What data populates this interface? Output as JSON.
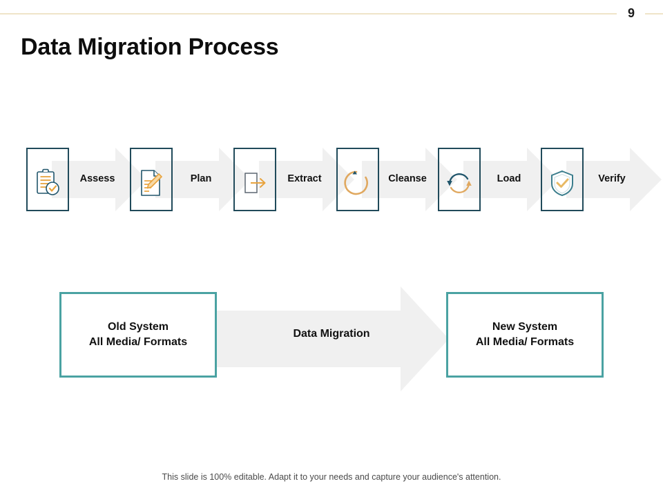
{
  "header": {
    "page_number": "9",
    "title": "Data Migration Process",
    "rule_color": "#efe4c8"
  },
  "theme": {
    "step_border": "#204a5a",
    "system_border": "#4aa2a2",
    "arrow_fill": "#f0f0f0",
    "icon_accent": "#e8a33d",
    "icon_dark": "#20556b"
  },
  "process": {
    "steps": [
      {
        "label": "Assess",
        "icon": "clipboard-check-icon"
      },
      {
        "label": "Plan",
        "icon": "document-pencil-icon"
      },
      {
        "label": "Extract",
        "icon": "export-arrow-icon"
      },
      {
        "label": "Cleanse",
        "icon": "refresh-circle-icon"
      },
      {
        "label": "Load",
        "icon": "sync-arrows-icon"
      },
      {
        "label": "Verify",
        "icon": "shield-check-icon"
      }
    ]
  },
  "migration": {
    "source": {
      "line1": "Old System",
      "line2": "All Media/ Formats"
    },
    "arrow_label": "Data Migration",
    "target": {
      "line1": "New System",
      "line2": "All Media/ Formats"
    }
  },
  "footer": {
    "note": "This slide is 100% editable. Adapt it to your needs and capture your audience's attention."
  }
}
